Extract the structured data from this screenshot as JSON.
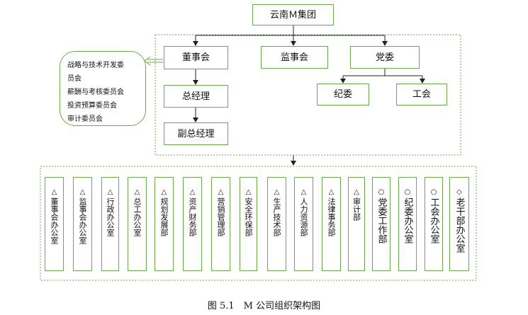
{
  "root": "云南Ｍ集团",
  "board": "董事会",
  "supervisory": "监事会",
  "party": "党委",
  "discipline": "纪委",
  "union": "工会",
  "gm": "总经理",
  "deputy_gm": "副总经理",
  "committees": [
    "战略与技术开发委",
    "员会",
    "薪酬与考核委员会",
    "投资预算委员会",
    "审计委员会"
  ],
  "departments": [
    {
      "mark": "△",
      "name": "董事会办公室"
    },
    {
      "mark": "△",
      "name": "监事会办公室"
    },
    {
      "mark": "△",
      "name": "行政办公室"
    },
    {
      "mark": "△",
      "name": "总工办公室"
    },
    {
      "mark": "△",
      "name": "规划发展部"
    },
    {
      "mark": "△",
      "name": "资产财务部"
    },
    {
      "mark": "△",
      "name": "营销管理部"
    },
    {
      "mark": "△",
      "name": "安全环保部"
    },
    {
      "mark": "△",
      "name": "生产技术部"
    },
    {
      "mark": "△",
      "name": "人力资源部"
    },
    {
      "mark": "△",
      "name": "法律事务部"
    },
    {
      "mark": "△",
      "name": "审计部"
    },
    {
      "mark": "○",
      "name": "党委工作部"
    },
    {
      "mark": "○",
      "name": "纪委办公室"
    },
    {
      "mark": "○",
      "name": "工会办公室"
    },
    {
      "mark": "◇",
      "name": "老干部办公室"
    }
  ],
  "caption": "图 5.1　M 公司组织架构图",
  "colors": {
    "border": "#6aa84f",
    "line": "#222222",
    "dotted": "#6aa84f"
  }
}
